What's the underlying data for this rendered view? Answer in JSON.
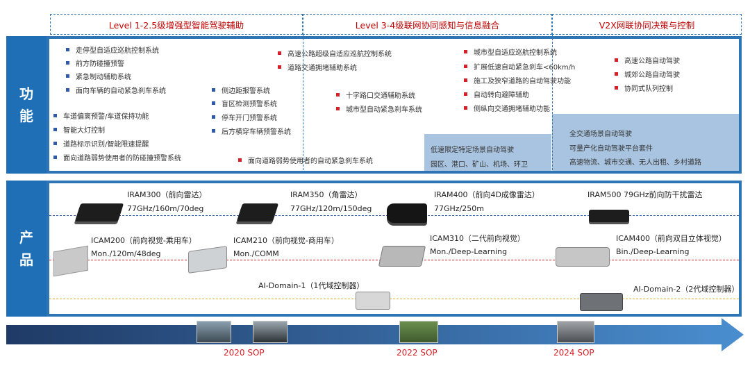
{
  "headers": [
    "Level 1-2.5级增强型智能驾驶辅助",
    "Level 3-4级联网协同感知与信息融合",
    "V2X网联协同决策与控制"
  ],
  "side_labels": {
    "function": "功\n能",
    "product": "产\n品"
  },
  "functions": {
    "level1_left": [
      "走停型自适应巡航控制系统",
      "前方防碰撞预警",
      "紧急制动辅助系统",
      "面向车辆的自动紧急刹车系统"
    ],
    "level1_right": [
      "侧边距报警系统",
      "盲区检测预警系统",
      "停车开门预警系统",
      "后方横穿车辆预警系统"
    ],
    "level1_bottom": [
      "车道偏离预警/车道保持功能",
      "智能大灯控制",
      "道路标示识别/智能限速提醒",
      "面向道路弱势使用者的防碰撞预警系统"
    ],
    "red_middle_top": [
      "高速公路超级自适应巡航控制系统",
      "道路交通拥堵辅助系统"
    ],
    "red_middle_mid": [
      "十字路口交通辅助系统",
      "城市型自动紧急刹车系统"
    ],
    "red_bottom": [
      "面向道路弱势使用者的自动紧急刹车系统"
    ],
    "red_level3_right": [
      "城市型自适应巡航控制系统",
      "扩展低速自动紧急刹车<60km/h",
      "施工及狭窄道路的自动驾驶功能",
      "自动转向避障辅助",
      "侧纵向交通拥堵辅助功能"
    ],
    "red_v2x": [
      "高速公路自动驾驶",
      "城郊公路自动驾驶",
      "协同式队列控制"
    ],
    "box_low_speed": [
      "低速限定特定场景自动驾驶",
      "园区、港口、矿山、机场、环卫"
    ],
    "box_full": [
      "全交通场景自动驾驶",
      "可量产化自动驾驶平台套件",
      "高速物流、城市交通、无人出租、乡村道路"
    ]
  },
  "products": {
    "iram300": [
      "IRAM300（前向雷达）",
      "77GHz/160m/70deg"
    ],
    "iram350": [
      "IRAM350（角雷达）",
      "77GHz/120m/150deg"
    ],
    "iram400": [
      "IRAM400（前向4D成像雷达）",
      "77GHz/250m"
    ],
    "iram500": [
      "IRAM500 79GHz前向防干扰雷达"
    ],
    "icam200": [
      "ICAM200（前向视觉-乘用车）",
      "Mon./120m/48deg"
    ],
    "icam210": [
      "ICAM210（前向视觉-商用车）",
      "Mon./COMM"
    ],
    "icam310": [
      "ICAM310（二代前向视觉）",
      "Mon./Deep-Learning"
    ],
    "icam400": [
      "ICAM400（前向双目立体视觉）",
      "Bin./Deep-Learning"
    ],
    "domain1": "AI-Domain-1（1代域控制器）",
    "domain2": "AI-Domain-2（2代域控制器）"
  },
  "timeline": [
    "2020 SOP",
    "2022 SOP",
    "2024 SOP"
  ],
  "colors": {
    "primary_blue": "#2e75b6",
    "side_blue": "#1e6fb5",
    "red": "#d61f26",
    "box_blue": "#a9c4e0",
    "arrow_dark": "#1f3a66",
    "arrow_light": "#4a8ed0"
  }
}
